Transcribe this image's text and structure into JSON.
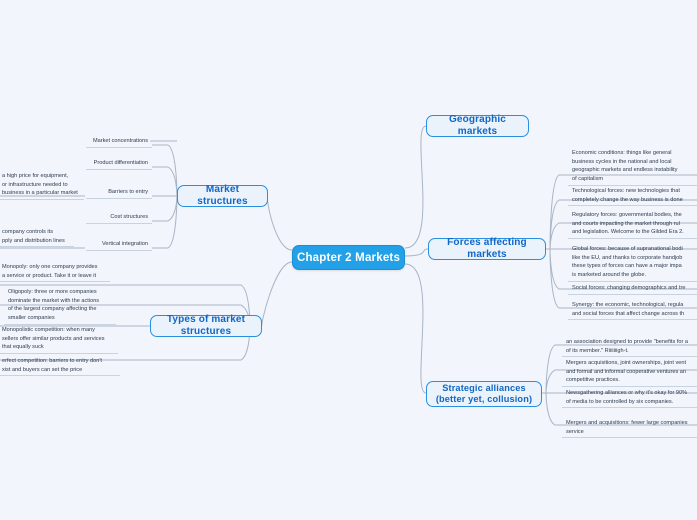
{
  "canvas": {
    "background": "#f2f5fb",
    "accent_primary": "#22a0e8",
    "accent_branch_border": "#2a8fe0",
    "accent_branch_text": "#1167c4",
    "leaf_text_color": "#2d3a4d",
    "connector_color": "#a9b4c4"
  },
  "root": {
    "label": "Chapter 2 Markets"
  },
  "branches": [
    {
      "id": "market-structures",
      "label": "Market structures",
      "side": "left",
      "items": [
        {
          "text": "Market concentrations"
        },
        {
          "text": "Product differentiation"
        },
        {
          "text": "Barriers to entry"
        },
        {
          "text": "a high price for equipment,\nor infrastructure needed to\nbusiness in a particular market"
        },
        {
          "text": "Cost structures"
        },
        {
          "text": "Vertical integration"
        },
        {
          "text": "company controls its\npply and distribution lines"
        }
      ]
    },
    {
      "id": "types-of-market-structures",
      "label": "Types of market structures",
      "side": "left",
      "items": [
        {
          "text": "Monopoly: only one company provides\na service or product. Take it or leave it"
        },
        {
          "text": "Oligopoly: three or more companies\ndominate the market with the actions\nof the largest company affecting the\nsmaller companies"
        },
        {
          "text": "Monopolistic competition: when many\nsellers offer similar products and services\nthat equally suck"
        },
        {
          "text": "erfect competition: barriers to entry don't\nxist and buyers can set the price"
        }
      ]
    },
    {
      "id": "geographic-markets",
      "label": "Geographic markets",
      "side": "right",
      "items": []
    },
    {
      "id": "forces-affecting-markets",
      "label": "Forces affecting markets",
      "side": "right",
      "items": [
        {
          "text": "Economic conditions: things like general\nbusiness cycles in the national and local\ngeographic markets and endless instability\nof capitalism"
        },
        {
          "text": "Technological forces: new technologies that\ncompletely change the way business is done"
        },
        {
          "text": "Regulatory forces: governmental bodies, the\nand courts impacting the market through rul\nand legislation. Welcome to the Gilded Era 2."
        },
        {
          "text": "Global forces: because of supranational bodi\nlike the EU, and thanks to corporate handjob\nthese types of forces can have a major impa\nis marketed around the globe."
        },
        {
          "text": "Social forces: changing demographics and tre"
        },
        {
          "text": "Synergy: the economic, technological, regula\nand social forces that affect change across th"
        }
      ]
    },
    {
      "id": "strategic-alliances",
      "label": "Strategic alliances\n(better yet, collusion)",
      "side": "right",
      "items": [
        {
          "text": "an association designed to provide \"benefits for a\nof its member.\" Riiiiiiigh-t."
        },
        {
          "text": "Mergers acquisitions, joint ownerships, joint vent\nand formal and informal cooperative ventures an\ncompetitive practices."
        },
        {
          "text": "Newsgathering alliances or why it's okay for 90%\nof media to be controlled by six companies."
        },
        {
          "text": "Mergers and acquisitions: fewer large companies\nservice"
        }
      ]
    }
  ]
}
